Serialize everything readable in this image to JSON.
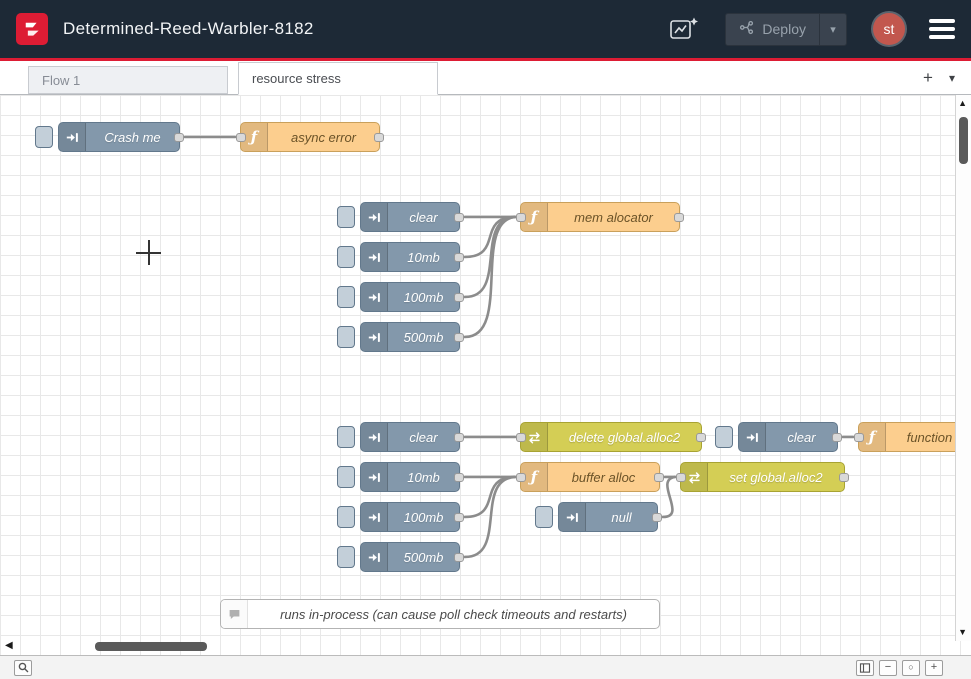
{
  "header": {
    "title": "Determined-Reed-Warbler-8182",
    "deploy_label": "Deploy",
    "avatar_initials": "st"
  },
  "tabs": {
    "items": [
      {
        "label": "Flow 1",
        "active": false
      },
      {
        "label": "resource stress",
        "active": true
      }
    ]
  },
  "flow": {
    "nodes": [
      {
        "id": "crash_me",
        "type": "inject",
        "label": "Crash me"
      },
      {
        "id": "async_error",
        "type": "function",
        "label": "async error"
      },
      {
        "id": "clear_mem",
        "type": "inject",
        "label": "clear"
      },
      {
        "id": "mb10_mem",
        "type": "inject",
        "label": "10mb"
      },
      {
        "id": "mb100_mem",
        "type": "inject",
        "label": "100mb"
      },
      {
        "id": "mb500_mem",
        "type": "inject",
        "label": "500mb"
      },
      {
        "id": "mem_alocator",
        "type": "function",
        "label": "mem alocator"
      },
      {
        "id": "clear_buf",
        "type": "inject",
        "label": "clear"
      },
      {
        "id": "mb10_buf",
        "type": "inject",
        "label": "10mb"
      },
      {
        "id": "mb100_buf",
        "type": "inject",
        "label": "100mb"
      },
      {
        "id": "mb500_buf",
        "type": "inject",
        "label": "500mb"
      },
      {
        "id": "delete_global_alloc2",
        "type": "change",
        "label": "delete global.alloc2"
      },
      {
        "id": "clear_fn",
        "type": "inject",
        "label": "clear"
      },
      {
        "id": "function_node",
        "type": "function",
        "label": "function"
      },
      {
        "id": "buffer_alloc",
        "type": "function",
        "label": "buffer alloc"
      },
      {
        "id": "set_global_alloc2",
        "type": "change",
        "label": "set global.alloc2"
      },
      {
        "id": "null_inject",
        "type": "inject",
        "label": "null"
      },
      {
        "id": "comment",
        "type": "comment",
        "label": "runs in-process (can cause poll check timeouts and restarts)"
      }
    ],
    "wires": [
      [
        "crash_me",
        "async_error"
      ],
      [
        "clear_mem",
        "mem_alocator"
      ],
      [
        "mb10_mem",
        "mem_alocator"
      ],
      [
        "mb100_mem",
        "mem_alocator"
      ],
      [
        "mb500_mem",
        "mem_alocator"
      ],
      [
        "clear_buf",
        "delete_global_alloc2"
      ],
      [
        "mb10_buf",
        "buffer_alloc"
      ],
      [
        "mb100_buf",
        "buffer_alloc"
      ],
      [
        "mb500_buf",
        "buffer_alloc"
      ],
      [
        "buffer_alloc",
        "set_global_alloc2"
      ],
      [
        "null_inject",
        "set_global_alloc2"
      ],
      [
        "clear_fn",
        "function_node"
      ]
    ]
  },
  "icons": {
    "function_glyph": "ƒ",
    "caret_down": "▾",
    "add_flow": "+",
    "zoom_out": "−",
    "zoom_reset": "○",
    "zoom_in": "+",
    "scroll_up": "▲",
    "scroll_down": "▼",
    "scroll_left": "◀"
  },
  "colors": {
    "accent_red": "#dd1c34",
    "header_bg": "#1d2936",
    "inject_node": "#8398ab",
    "function_node": "#fcce8e",
    "change_node": "#d4ce55"
  }
}
